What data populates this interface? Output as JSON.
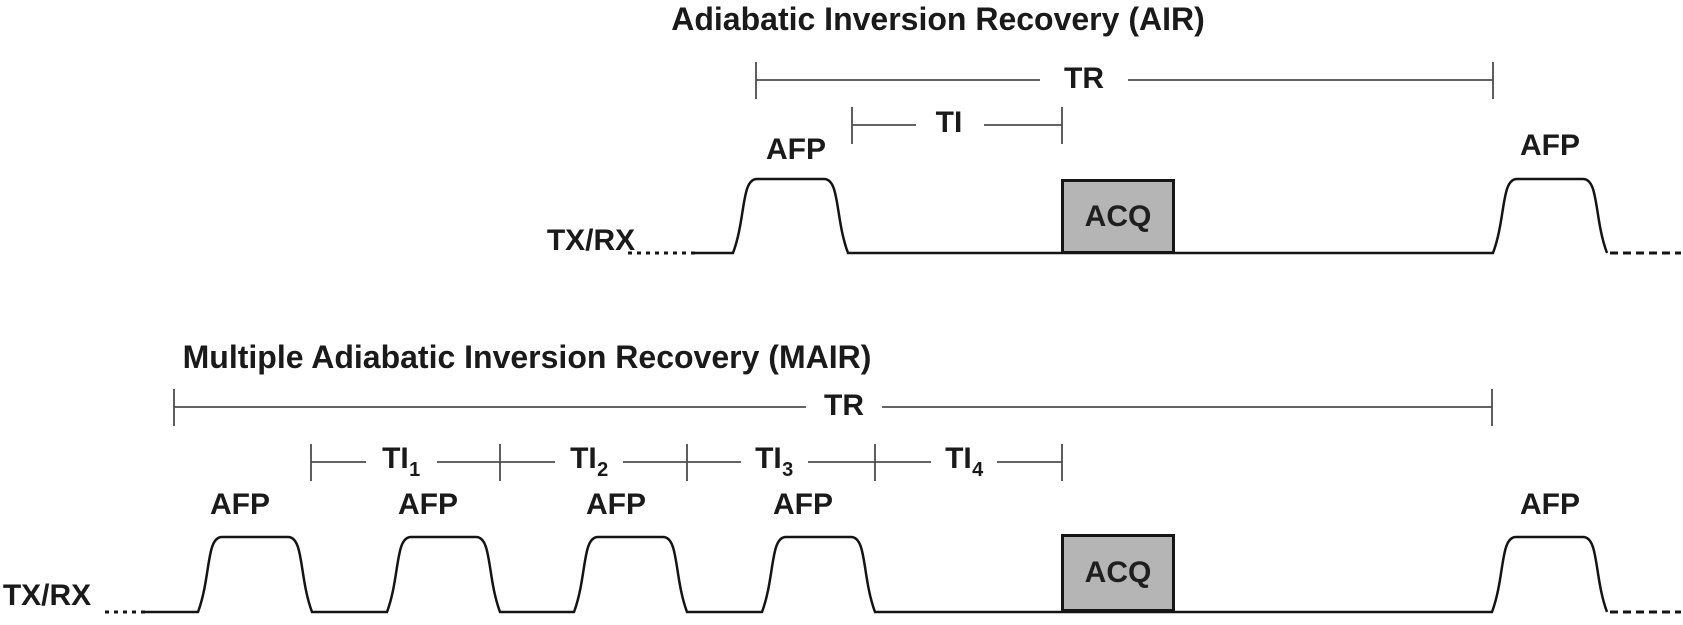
{
  "air": {
    "title": "Adiabatic Inversion Recovery (AIR)",
    "tr_label": "TR",
    "ti_label": "TI",
    "afp_left_label": "AFP",
    "afp_right_label": "AFP",
    "txrx_label": "TX/RX",
    "acq_label": "ACQ"
  },
  "mair": {
    "title": "Multiple Adiabatic Inversion Recovery (MAIR)",
    "tr_label": "TR",
    "ti_labels": [
      {
        "base": "TI",
        "sub": "1"
      },
      {
        "base": "TI",
        "sub": "2"
      },
      {
        "base": "TI",
        "sub": "3"
      },
      {
        "base": "TI",
        "sub": "4"
      }
    ],
    "afp_labels": [
      "AFP",
      "AFP",
      "AFP",
      "AFP"
    ],
    "afp_right_label": "AFP",
    "txrx_label": "TX/RX",
    "acq_label": "ACQ"
  },
  "colors": {
    "background": "#ffffff",
    "waveform": "#141414",
    "bracket": "#4d4d4d",
    "text": "#1a1a1a",
    "acq_fill": "#b5b5b5",
    "acq_border": "#161616"
  }
}
